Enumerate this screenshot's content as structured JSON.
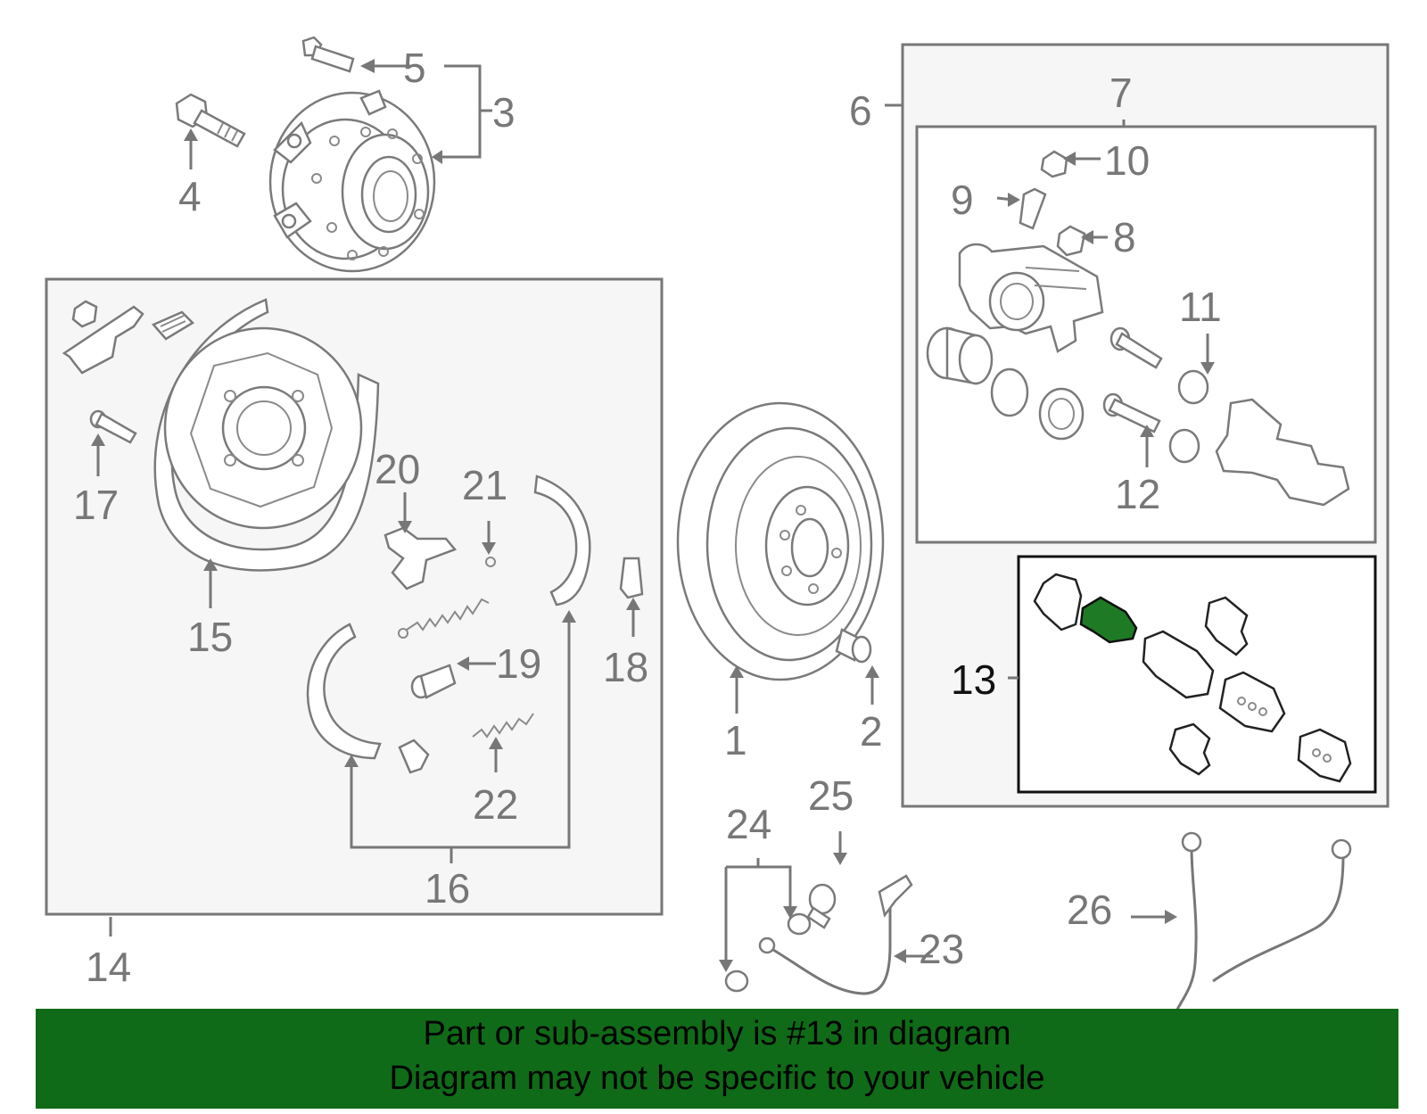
{
  "callouts": [
    "1",
    "2",
    "3",
    "4",
    "5",
    "6",
    "7",
    "8",
    "9",
    "10",
    "11",
    "12",
    "13",
    "14",
    "15",
    "16",
    "17",
    "18",
    "19",
    "20",
    "21",
    "22",
    "23",
    "24",
    "25",
    "26"
  ],
  "highlighted_part": "13",
  "colors": {
    "banner": "#0f6b17",
    "highlight_pad": "#1f7a25",
    "line_art": "#777777"
  },
  "banner": {
    "line1": "Part or sub-assembly is #13 in diagram",
    "line2": "Diagram may not be specific to your vehicle"
  }
}
